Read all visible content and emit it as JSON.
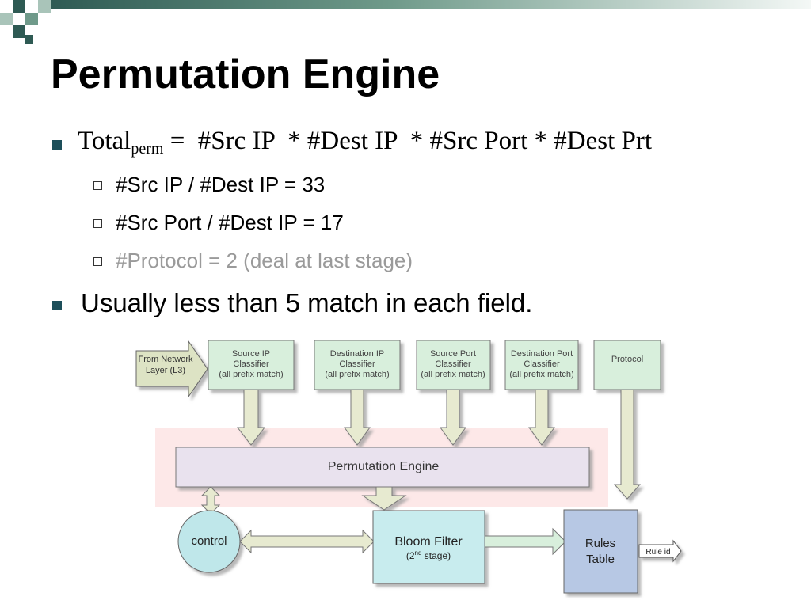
{
  "slide": {
    "title": "Permutation Engine",
    "formula": {
      "total": "Total",
      "subscript": "perm",
      "rest": " =  #Src IP  * #Dest IP  * #Src Port * #Dest Prt"
    },
    "sub_bullets": [
      "#Src IP / #Dest IP = 33",
      "#Src Port / #Dest IP = 17",
      "#Protocol = 2 (deal at last stage)"
    ],
    "bullet2": "Usually less than 5 match in each field."
  },
  "diagram": {
    "input": [
      "From Network",
      "Layer (L3)"
    ],
    "classifiers": [
      [
        "Source IP",
        "Classifier",
        "(all prefix match)"
      ],
      [
        "Destination IP",
        "Classifier",
        "(all prefix match)"
      ],
      [
        "Source Port",
        "Classifier",
        "(all prefix match)"
      ],
      [
        "Destination Port",
        "Classifier",
        "(all prefix match)"
      ],
      [
        "Protocol"
      ]
    ],
    "permutation_engine": "Permutation Engine",
    "control": "control",
    "bloom_filter": "Bloom Filter",
    "bloom_stage": [
      "(2",
      "nd",
      " stage)"
    ],
    "rules_table": [
      "Rules",
      "Table"
    ],
    "output": "Rule id",
    "colors": {
      "classifier_fill": "#d8efdc",
      "arrow_fill": "#e7ead0",
      "engine_fill": "#e9e2ee",
      "engine_band": "#fde8e8",
      "control_fill": "#bfe7ea",
      "bloom_fill": "#c8ecee",
      "rules_fill": "#b7c8e4",
      "input_fill": "#dde3c4",
      "bullet_color": "#1d4f5a"
    }
  }
}
